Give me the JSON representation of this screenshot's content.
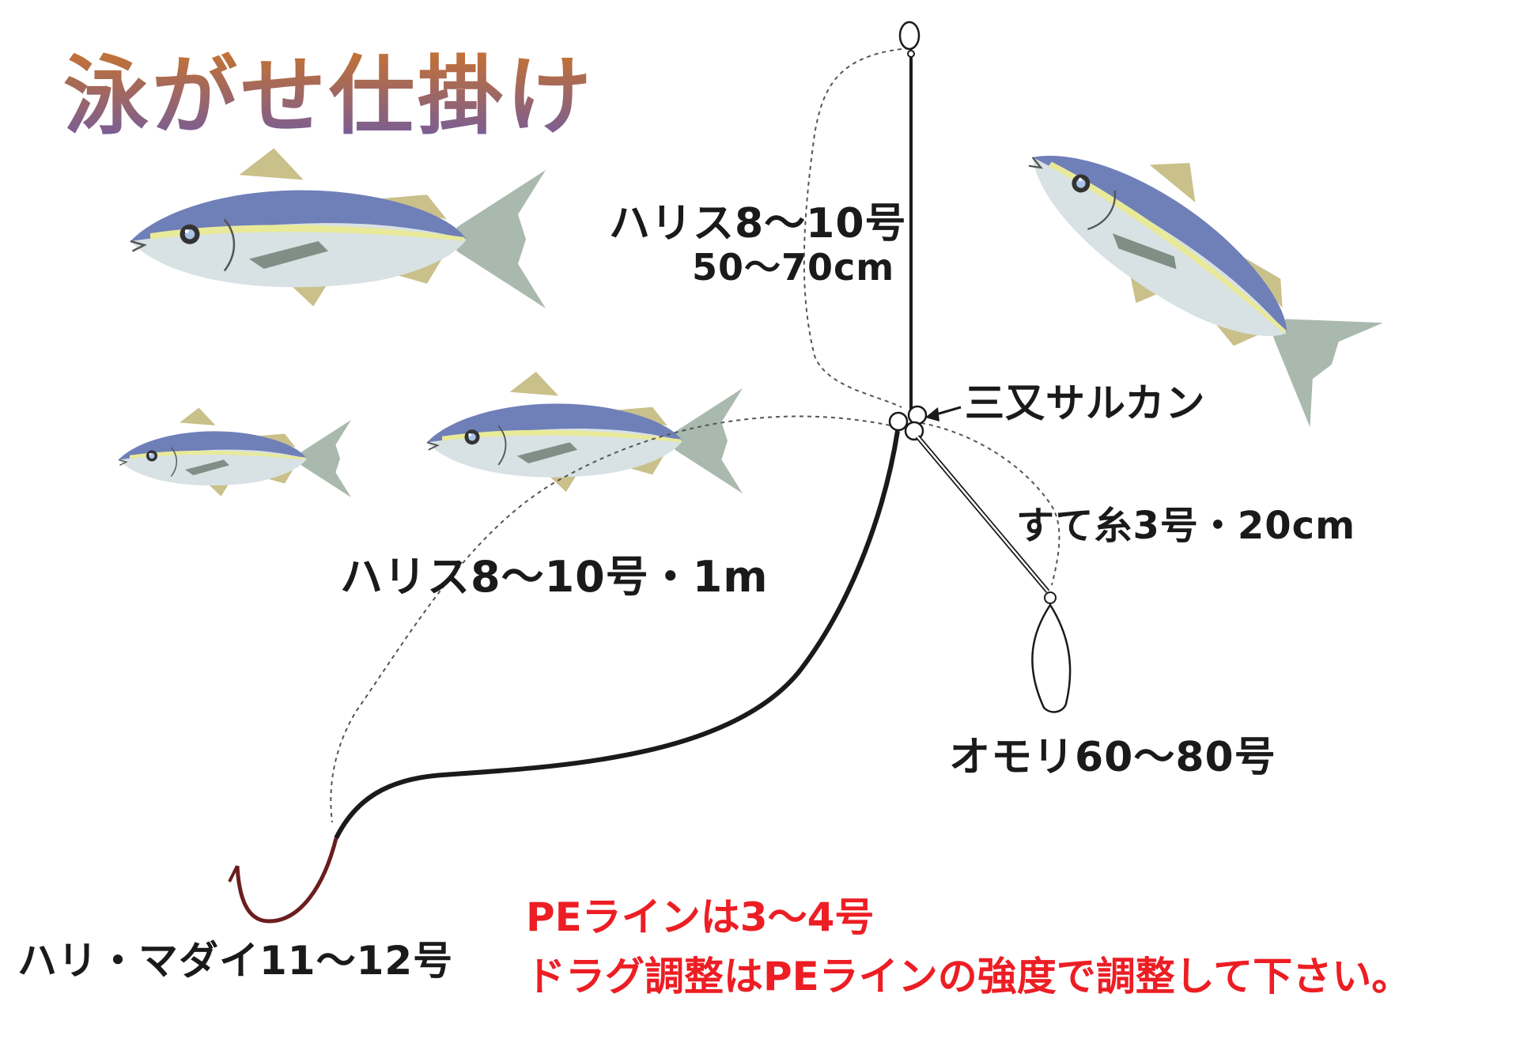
{
  "title": "泳がせ仕掛け",
  "labels": {
    "upper_leader": "ハリス8〜10号",
    "upper_leader_length": "50〜70cm",
    "swivel": "三又サルカン",
    "sinker_line": "すて糸3号・20cm",
    "main_leader": "ハリス8〜10号・1m",
    "sinker": "オモリ60〜80号",
    "hook": "ハリ・マダイ11〜12号"
  },
  "notes": {
    "pe_line": "PEラインは3〜4号",
    "drag": "ドラグ調整はPEラインの強度で調整して下さい。"
  },
  "colors": {
    "fish_back": "#6f7fb8",
    "fish_body": "#d8e1e4",
    "fish_fin": "#c9c08a",
    "fish_tail": "#a9b9ae",
    "fish_stripe": "#e8ea9a",
    "line": "#1a1a1a",
    "hook": "#6b1e1e",
    "note_text": "#ec1e24"
  }
}
